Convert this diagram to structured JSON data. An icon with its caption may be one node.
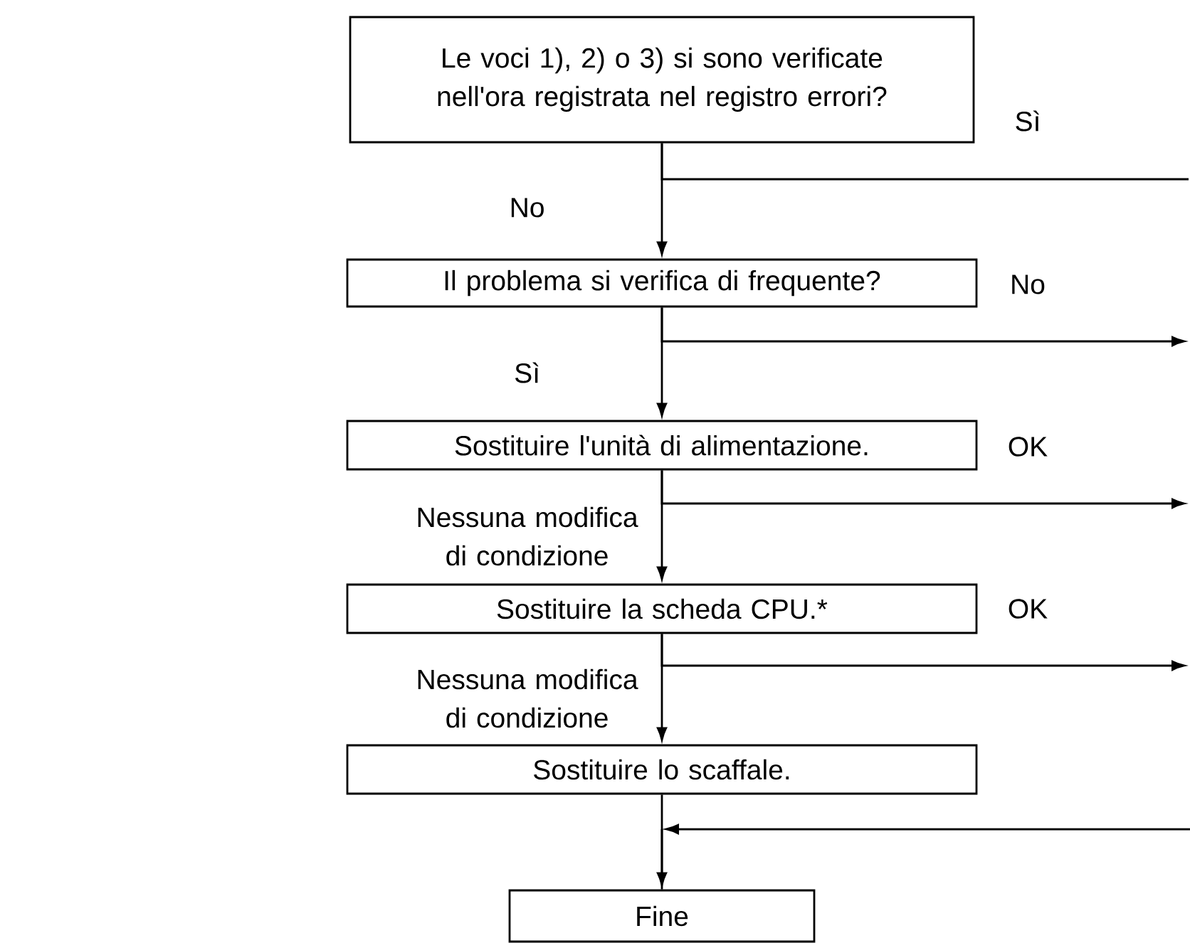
{
  "diagram": {
    "nodes": [
      {
        "text": [
          "Le voci 1), 2) o 3) si sono verificate nell'ora registrata nel registro errori?"
        ]
      },
      {
        "text": [
          "Il problema si verifica di frequente?"
        ]
      },
      {
        "text": [
          "Sostituire l'unità di alimentazione."
        ]
      },
      {
        "text": [
          "Sostituire la scheda CPU.*"
        ]
      },
      {
        "text": [
          "Sostituire lo scaffale."
        ]
      },
      {
        "text": [
          "Fine"
        ]
      }
    ],
    "edges": [
      {
        "from": 0,
        "to": 1,
        "arrow": "to",
        "label": "No"
      },
      {
        "from": 1,
        "to": 2,
        "arrow": "to",
        "label": "Sì"
      },
      {
        "from": 2,
        "to": 3,
        "arrow": "to",
        "label": "Nessuna modifica di condizione"
      },
      {
        "from": 3,
        "to": 4,
        "arrow": "to",
        "label": "Nessuna modifica di condizione"
      },
      {
        "from": 4,
        "to": 5,
        "arrow": "to"
      },
      {
        "from": 0,
        "to": null,
        "arrow": "none",
        "label": "Sì"
      },
      {
        "from": 1,
        "to": null,
        "arrow": "to",
        "label": "No"
      },
      {
        "from": 2,
        "to": null,
        "arrow": "to",
        "label": "OK"
      },
      {
        "from": 3,
        "to": null,
        "arrow": "to",
        "label": "OK"
      },
      {
        "from": null,
        "to": 5,
        "arrow": "to"
      }
    ]
  }
}
